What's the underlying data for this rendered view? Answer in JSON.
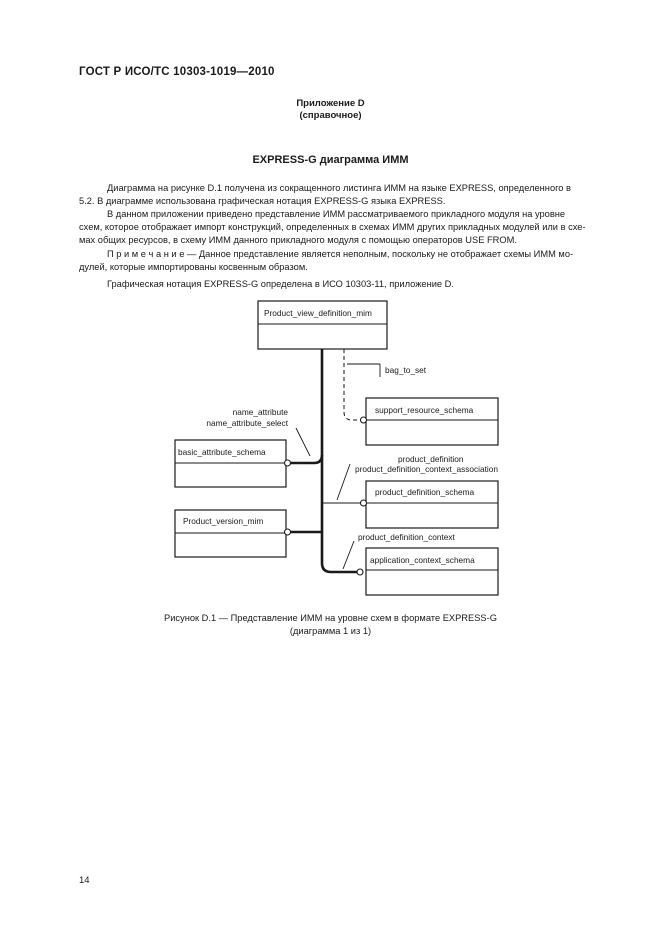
{
  "header": "ГОСТ Р ИСО/ТС 10303-1019—2010",
  "annex": {
    "line1": "Приложение D",
    "line2": "(справочное)"
  },
  "title": "EXPRESS-G диаграмма ИММ",
  "paragraphs": {
    "p1a": "Диаграмма на рисунке D.1 получена из сокращенного листинга ИММ на языке EXPRESS, определенного в",
    "p1b": "5.2. В диаграмме использована графическая нотация EXPRESS-G языка EXPRESS.",
    "p2a": "В данном приложении приведено представление ИММ рассматриваемого прикладного модуля на уровне",
    "p2b": "схем, которое отображает импорт конструкций, определенных в схемах ИММ других прикладных модулей или в схе-",
    "p2c": "мах общих ресурсов, в схему ИММ данного прикладного модуля с помощью операторов USE FROM.",
    "note_a": "П р и м е ч а н и е — Данное представление является неполным, поскольку не отображает схемы ИММ мо-",
    "note_b": "дулей, которые импортированы косвенным образом.",
    "p3": "Графическая нотация EXPRESS-G определена в ИСО 10303-11, приложение D."
  },
  "diagram": {
    "schemas": {
      "product_view": "Product_view_definition_mim",
      "support_resource": "support_resource_schema",
      "basic_attribute": "basic_attribute_schema",
      "product_definition": "product_definition_schema",
      "product_version": "Product_version_mim",
      "application_context": "application_context_schema"
    },
    "labels": {
      "bag_to_set": "bag_to_set",
      "name_attribute": "name_attribute",
      "name_attribute_select": "name_attribute_select",
      "product_definition": "product_definition",
      "product_definition_context_association": "product_definition_context_association",
      "product_definition_context": "product_definition_context"
    }
  },
  "caption": {
    "line1": "Рисунок D.1 — Представление ИММ на уровне схем в формате EXPRESS-G",
    "line2": "(диаграмма 1 из 1)"
  },
  "page_number": "14"
}
